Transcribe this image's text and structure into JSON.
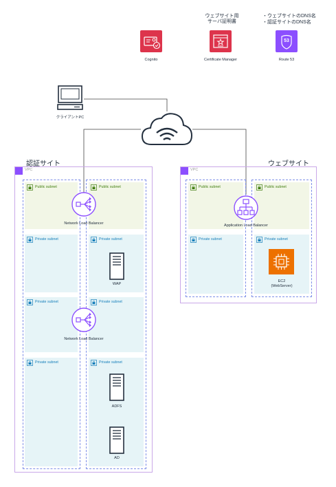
{
  "services": {
    "cognito": {
      "label": "Cognito",
      "color": "#dd344c"
    },
    "cert": {
      "label": "Certificate Manager",
      "caption_lines": [
        "ウェブサイト用",
        "サーバ証明書"
      ],
      "color": "#dd344c"
    },
    "route53": {
      "label": "Route 53",
      "notes": [
        "・ウェブサイトのDNS名",
        "・認証サイトのDNS名"
      ],
      "badge": "53",
      "color": "#8c4fff"
    }
  },
  "client": {
    "label": "クライアントPC"
  },
  "sections": {
    "auth_title": "認証サイト",
    "web_title": "ウェブサイト",
    "vpc_label": "VPC"
  },
  "subnets": {
    "public": "Public subnet",
    "private": "Private subnet"
  },
  "components": {
    "nlb_top": "Network Load Balancer",
    "nlb_bottom": "Network Load Balancer",
    "wap": "WAP",
    "adfs": "ADFS",
    "ad": "AD",
    "alb": "Application Load Balancer",
    "ec2_line1": "EC2",
    "ec2_line2": "(WebServer)"
  },
  "colors": {
    "vpc_border": "#c9a7e8",
    "vpc_tag": "#8c4fff",
    "az_border": "#7d8ee8",
    "public_fill": "#f2f6e6",
    "private_fill": "#e6f4f7",
    "public_text": "#3f7d0d",
    "private_text": "#147eba",
    "lb_color": "#8c4fff",
    "ec2_color": "#ed7100"
  }
}
